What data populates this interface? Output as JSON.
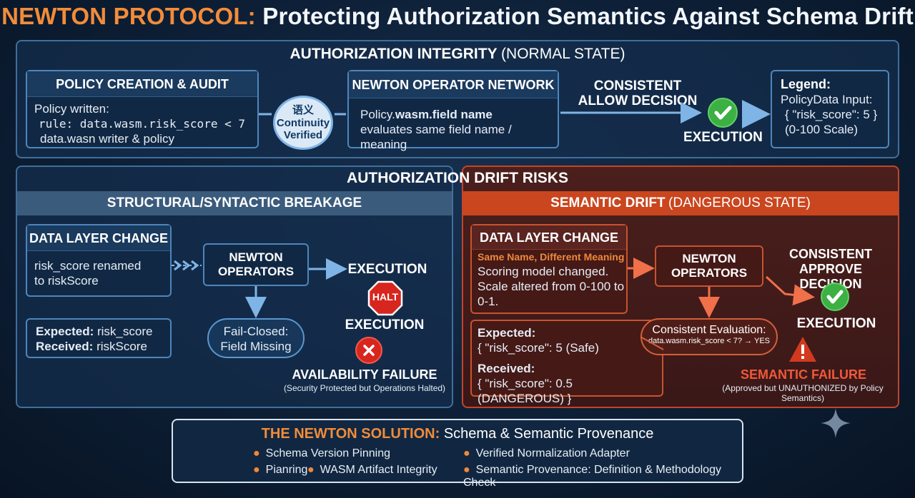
{
  "title": {
    "prefix": "NEWTON PROTOCOL:",
    "main": "Protecting Authorization Semantics Against Schema Drift"
  },
  "integrity": {
    "heading_bold": "AUTHORIZATION INTEGRITY",
    "heading_state": "(NORMAL STATE)",
    "policy_box": {
      "title": "POLICY CREATION & AUDIT",
      "line1": "Policy written:",
      "line2": "rule: data.wasm.risk_score < 7",
      "line3": "data.wasn writer & policy"
    },
    "continuity_badge": {
      "glyph": "语义",
      "line1": "Continuity",
      "line2": "Verified"
    },
    "operator_box": {
      "title": "NEWTON OPERATOR NETWORK",
      "line1_a": "Policy.",
      "line1_b": "wasm.field name",
      "line2": "evaluates same field name / meaning"
    },
    "decision": {
      "line1": "CONSISTENT",
      "line2": "ALLOW DECISION"
    },
    "execution_label": "EXECUTION",
    "legend": {
      "title": "Legend:",
      "line1": "PolicyData Input:",
      "line2": "{ \"risk_score\": 5 }",
      "line3": "(0-100 Scale)"
    }
  },
  "drift": {
    "heading": "AUTHORIZATION DRIFT RISKS",
    "structural": {
      "heading": "STRUCTURAL/SYNTACTIC BREAKAGE",
      "data_change_title": "DATA LAYER CHANGE",
      "data_change_line1": "risk_score renamed",
      "data_change_line2": "to riskScore",
      "operators_line1": "NEWTON",
      "operators_line2": "OPERATORS",
      "execution_top": "EXECUTION",
      "halt": "HALT",
      "execution_bottom": "EXECUTION",
      "expected_label": "Expected:",
      "expected_value": "risk_score",
      "received_label": "Received:",
      "received_value": "riskScore",
      "fail_closed_line1": "Fail-Closed:",
      "fail_closed_line2": "Field Missing",
      "failure_title": "AVAILABILITY FAILURE",
      "failure_sub": "(Security Protected but Operations Halted)"
    },
    "semantic": {
      "heading_bold": "SEMANTIC DRIFT",
      "heading_state": "(DANGEROUS STATE)",
      "data_change_title": "DATA LAYER CHANGE",
      "data_change_sub": "Same Name, Different Meaning",
      "data_change_line1": "Scoring model changed.",
      "data_change_line2": "Scale altered from 0-100 to",
      "data_change_line3": "0-1.",
      "operators_line1": "NEWTON",
      "operators_line2": "OPERATORS",
      "decision_line1": "CONSISTENT",
      "decision_line2": "APPROVE DECISION",
      "execution": "EXECUTION",
      "expected_label": "Expected:",
      "expected_value": "{ \"risk_score\": 5 (Safe)",
      "received_label": "Received:",
      "received_value": "{ \"risk_score\": 0.5 (DANGEROUS) }",
      "eval_title": "Consistent Evaluation:",
      "eval_sub": "data.wasm.risk_score < 7? → YES",
      "failure_title": "SEMANTIC FAILURE",
      "failure_sub": "(Approved but UNAUTHONIZED by Policy Semantics)"
    }
  },
  "solution": {
    "title_bold": "THE NEWTON SOLUTION:",
    "title_rest": "Schema & Semantic Provenance",
    "items": [
      "Schema Version Pinning",
      "Verified Normalization Adapter",
      "Pianring",
      "WASM Artifact  Integrity",
      "Semantic Provenance: Definition & Methodology Check"
    ]
  },
  "colors": {
    "accent_orange": "#f28c3a",
    "normal_blue": "#4d86bd",
    "danger_red": "#c2452a",
    "success_green": "#3cb043",
    "halt_red": "#d7261e"
  },
  "icons": [
    "check-circle-icon",
    "halt-sign-icon",
    "x-circle-icon",
    "warning-triangle-icon",
    "sparkle-icon"
  ]
}
